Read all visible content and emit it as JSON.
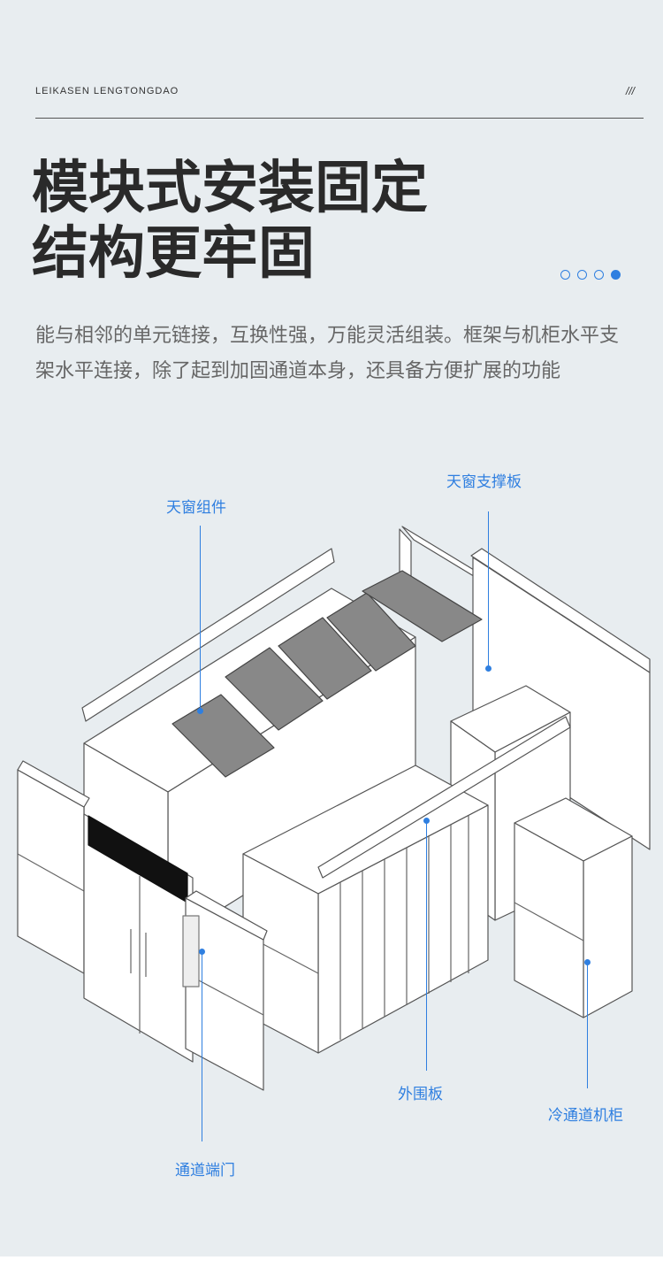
{
  "header": {
    "brand": "LEIKASEN LENGTONGDAO",
    "slashes": "///"
  },
  "title": {
    "line1": "模块式安装固定",
    "line2": "结构更牢固"
  },
  "pager": {
    "count": 4,
    "active_index": 3
  },
  "description": "能与相邻的单元链接，互换性强，万能灵活组装。框架与机柜水平支架水平连接，除了起到加固通道本身，还具备方便扩展的功能",
  "labels": {
    "skylight_assembly": "天窗组件",
    "skylight_support": "天窗支撑板",
    "enclosure_panel": "外围板",
    "cold_aisle_cabinet": "冷通道机柜",
    "aisle_door": "通道端门"
  },
  "colors": {
    "accent": "#2f7fe0",
    "background": "#e8edf0",
    "title": "#2a2a2a"
  }
}
